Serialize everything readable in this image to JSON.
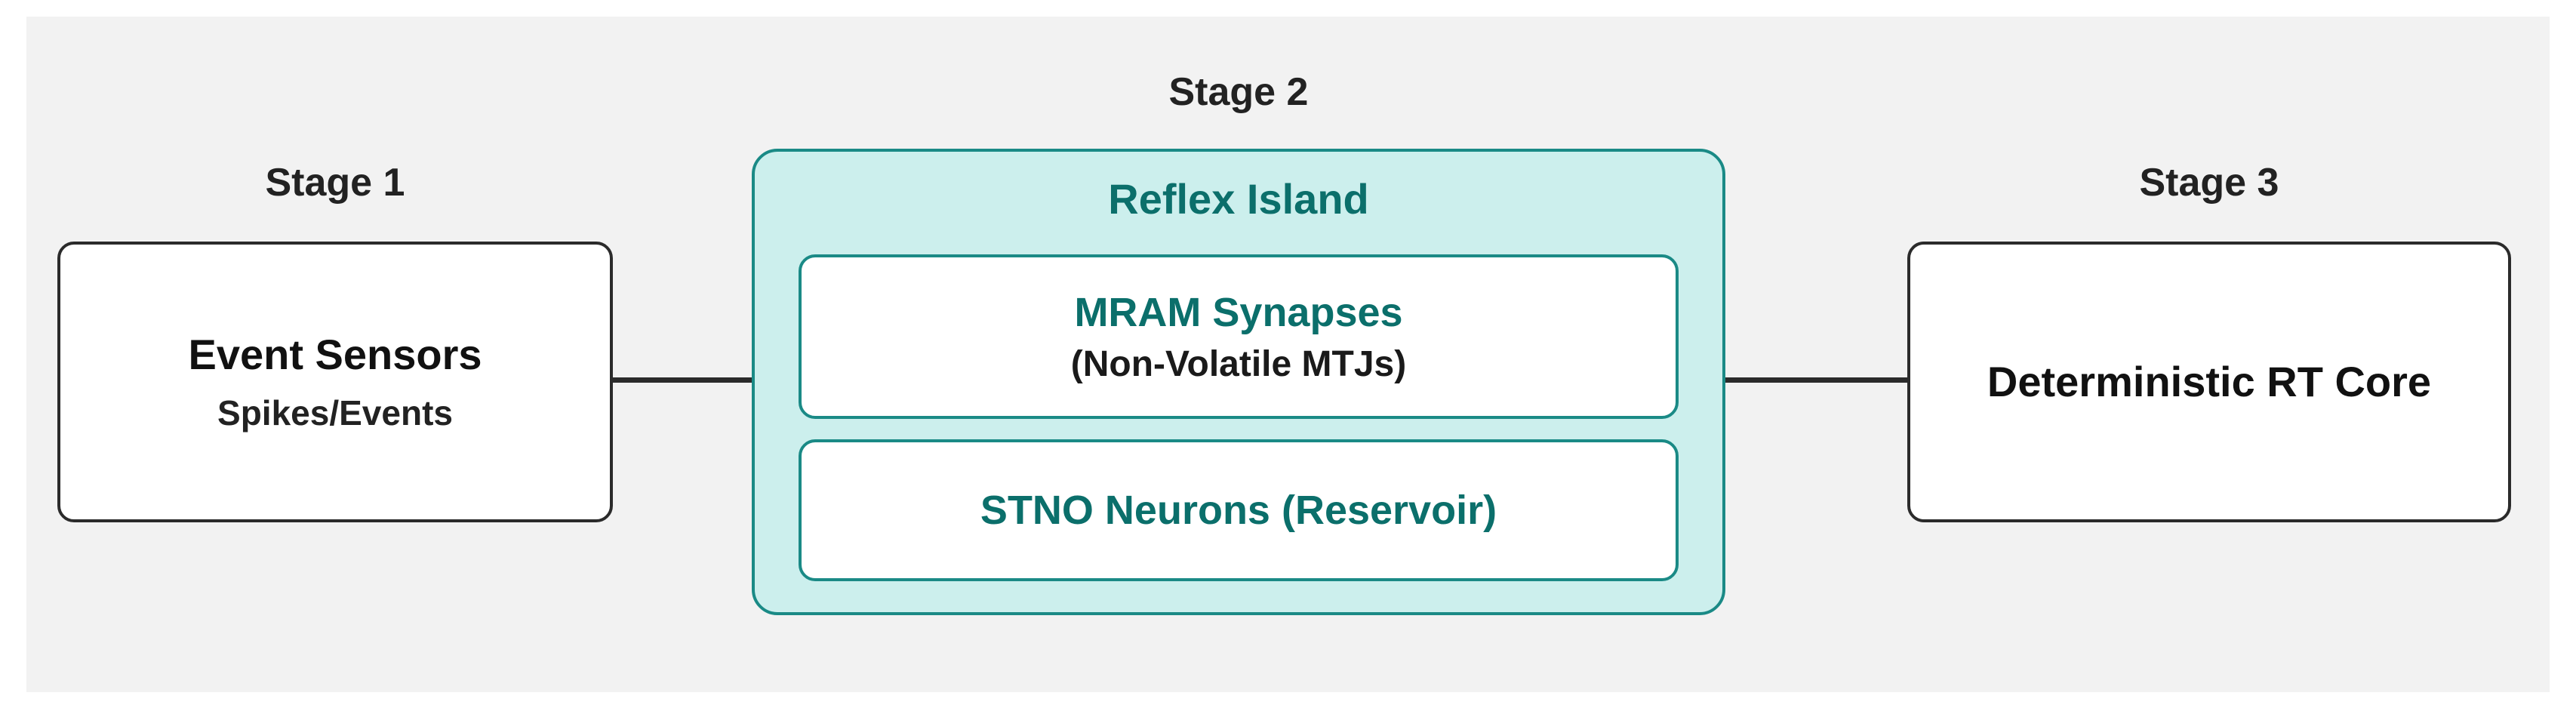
{
  "stage1": {
    "label": "Stage 1",
    "title": "Event Sensors",
    "subtitle": "Spikes/Events"
  },
  "stage2": {
    "label": "Stage 2",
    "island_title": "Reflex Island",
    "synapses": {
      "title": "MRAM Synapses",
      "subtitle": "(Non-Volatile MTJs)"
    },
    "neurons": {
      "title": "STNO Neurons (Reservoir)"
    }
  },
  "stage3": {
    "label": "Stage 3",
    "title": "Deterministic RT Core"
  },
  "colors": {
    "panel_background": "#f2f2f2",
    "island_fill": "#ccefed",
    "island_border": "#1a8a86",
    "accent_text": "#0b6f6b",
    "box_border": "#2b2b2b"
  }
}
